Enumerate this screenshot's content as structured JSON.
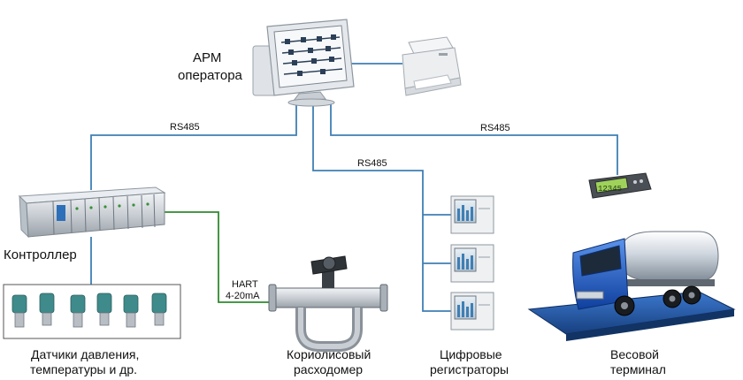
{
  "nodes": {
    "arm": {
      "line1": "АРМ",
      "line2": "оператора"
    },
    "controller": {
      "label": "Контроллер"
    },
    "sensors": {
      "line1": "Датчики давления,",
      "line2": "температуры и др."
    },
    "flowmeter": {
      "line1": "Кориолисовый",
      "line2": "расходомер"
    },
    "recorders": {
      "line1": "Цифровые",
      "line2": "регистраторы"
    },
    "scale": {
      "line1": "Весовой",
      "line2": "терминал",
      "display": "12345"
    }
  },
  "links": {
    "rs485_left": "RS485",
    "rs485_middle": "RS485",
    "rs485_right": "RS485",
    "hart_line1": "HART",
    "hart_line2": "4-20mA"
  },
  "colors": {
    "rs485_line": "#3f7fb4",
    "hart_line": "#2f8a2f",
    "truck_cab": "#1f5fd0",
    "tank": "#c9ced4"
  }
}
